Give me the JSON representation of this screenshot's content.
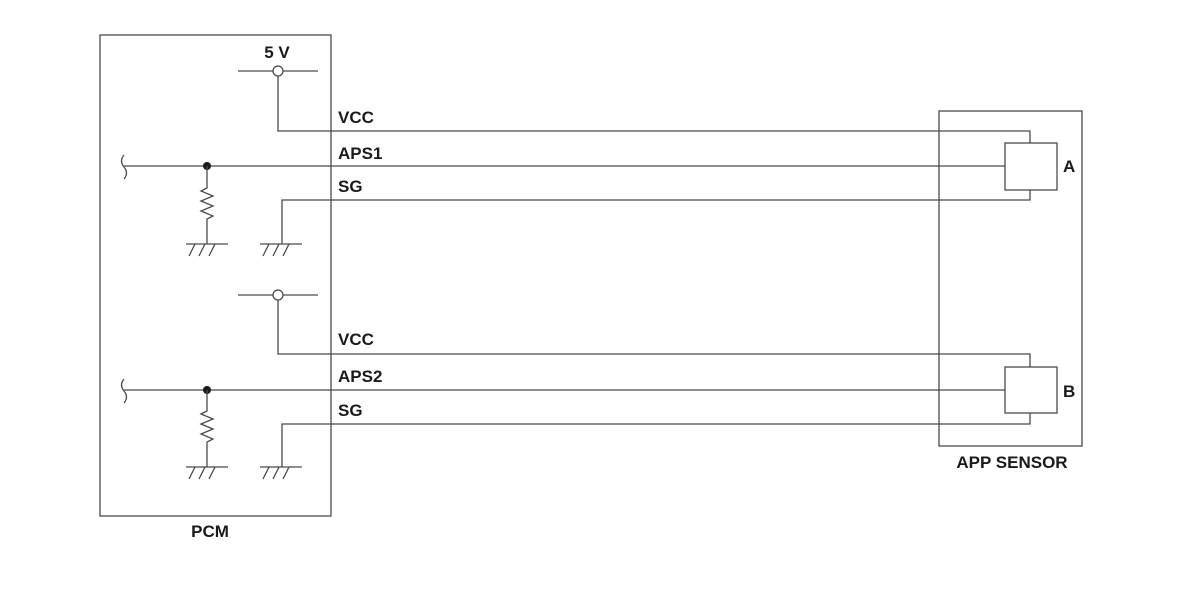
{
  "pcm": {
    "label": "PCM",
    "supply_label": "5 V"
  },
  "sensor": {
    "label": "APP SENSOR"
  },
  "channel_1": {
    "vcc": "VCC",
    "signal": "APS1",
    "ground": "SG",
    "element": "A"
  },
  "channel_2": {
    "vcc": "VCC",
    "signal": "APS2",
    "ground": "SG",
    "element": "B"
  },
  "colors": {
    "line": "#4a4a4a",
    "text": "#1a1a1a",
    "background": "#ffffff"
  }
}
